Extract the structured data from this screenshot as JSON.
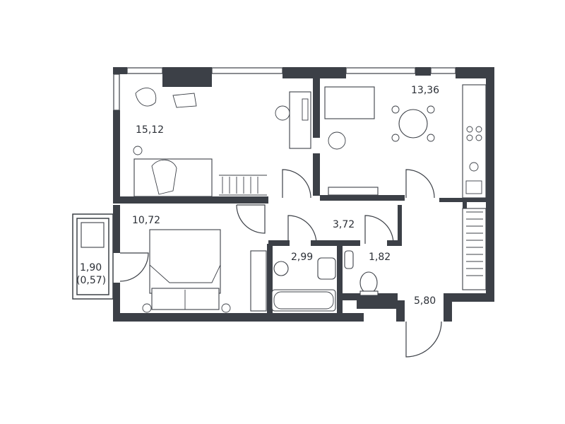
{
  "floorplan": {
    "rooms": [
      {
        "id": "bedroom",
        "area": "15,12"
      },
      {
        "id": "kitchen",
        "area": "13,36"
      },
      {
        "id": "living",
        "area": "10,72"
      },
      {
        "id": "corridor",
        "area": "3,72"
      },
      {
        "id": "bathroom",
        "area": "2,99"
      },
      {
        "id": "toilet",
        "area": "1,82"
      },
      {
        "id": "hall",
        "area": "5,80"
      }
    ],
    "balcony": {
      "area": "1,90",
      "reduced_area": "(0,57)"
    }
  }
}
